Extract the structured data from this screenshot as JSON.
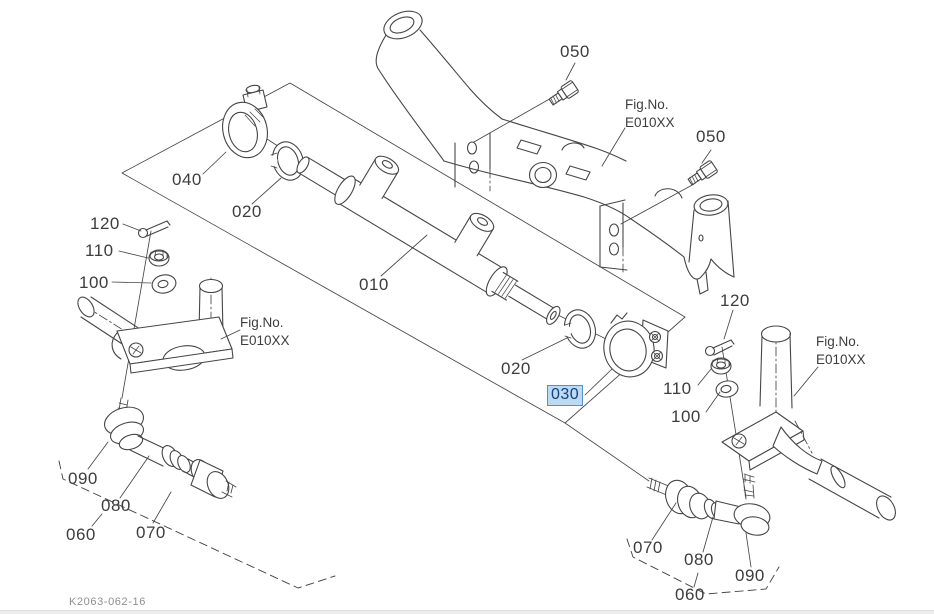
{
  "drawing": {
    "footer_code": "K2063-062-16",
    "fig_ref": {
      "line1": "Fig.No.",
      "line2": "E010XX"
    },
    "selected": {
      "part": "030",
      "bg": "#bcdaf2",
      "text": "#16417e",
      "border": "#5a8fc4"
    },
    "line_color": "#464646",
    "callouts": {
      "part_050_top": "050",
      "part_050_right": "050",
      "part_040": "040",
      "part_020_left": "020",
      "part_010": "010",
      "part_020_mid": "020",
      "part_030": "030",
      "part_120_left": "120",
      "part_110_left": "110",
      "part_100_left": "100",
      "part_090_bottom_left": "090",
      "part_080_bottom_left": "080",
      "part_070_bottom_left": "070",
      "part_060_bottom_left": "060",
      "part_120_right": "120",
      "part_110_right": "110",
      "part_100_right": "100",
      "part_070_bottom_right": "070",
      "part_080_bottom_right": "080",
      "part_090_bottom_right": "090",
      "part_060_bottom_right": "060"
    }
  }
}
